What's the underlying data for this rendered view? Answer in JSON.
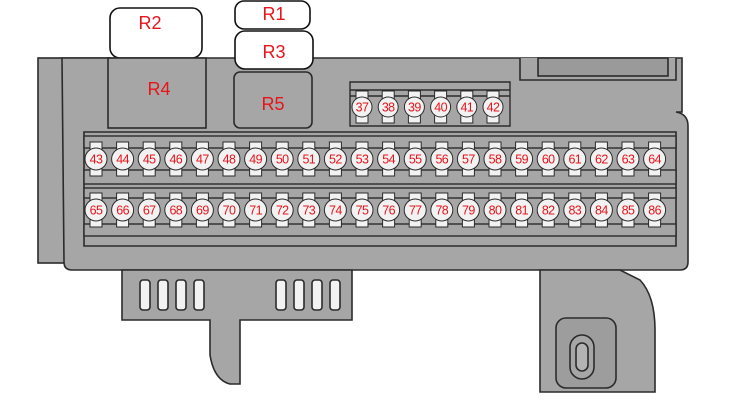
{
  "relays": [
    {
      "id": "R1",
      "label": "R1",
      "style": "outline"
    },
    {
      "id": "R2",
      "label": "R2",
      "style": "outline"
    },
    {
      "id": "R3",
      "label": "R3",
      "style": "outline"
    },
    {
      "id": "R4",
      "label": "R4",
      "style": "filled"
    },
    {
      "id": "R5",
      "label": "R5",
      "style": "filled"
    }
  ],
  "fuse_rows": [
    {
      "row": "top",
      "fuses": [
        "37",
        "38",
        "39",
        "40",
        "41",
        "42"
      ]
    },
    {
      "row": "middle",
      "fuses": [
        "43",
        "44",
        "45",
        "46",
        "47",
        "48",
        "49",
        "50",
        "51",
        "52",
        "53",
        "54",
        "55",
        "56",
        "57",
        "58",
        "59",
        "60",
        "61",
        "62",
        "63",
        "64"
      ]
    },
    {
      "row": "bottom",
      "fuses": [
        "65",
        "66",
        "67",
        "68",
        "69",
        "70",
        "71",
        "72",
        "73",
        "74",
        "75",
        "76",
        "77",
        "78",
        "79",
        "80",
        "81",
        "82",
        "83",
        "84",
        "85",
        "86"
      ]
    }
  ],
  "colors": {
    "housing": "#a6a6a6",
    "housing_dark": "#8e8e8e",
    "outline": "#2b2b2b",
    "fuse_fill": "#f2f2f2",
    "label": "#e8141b"
  }
}
